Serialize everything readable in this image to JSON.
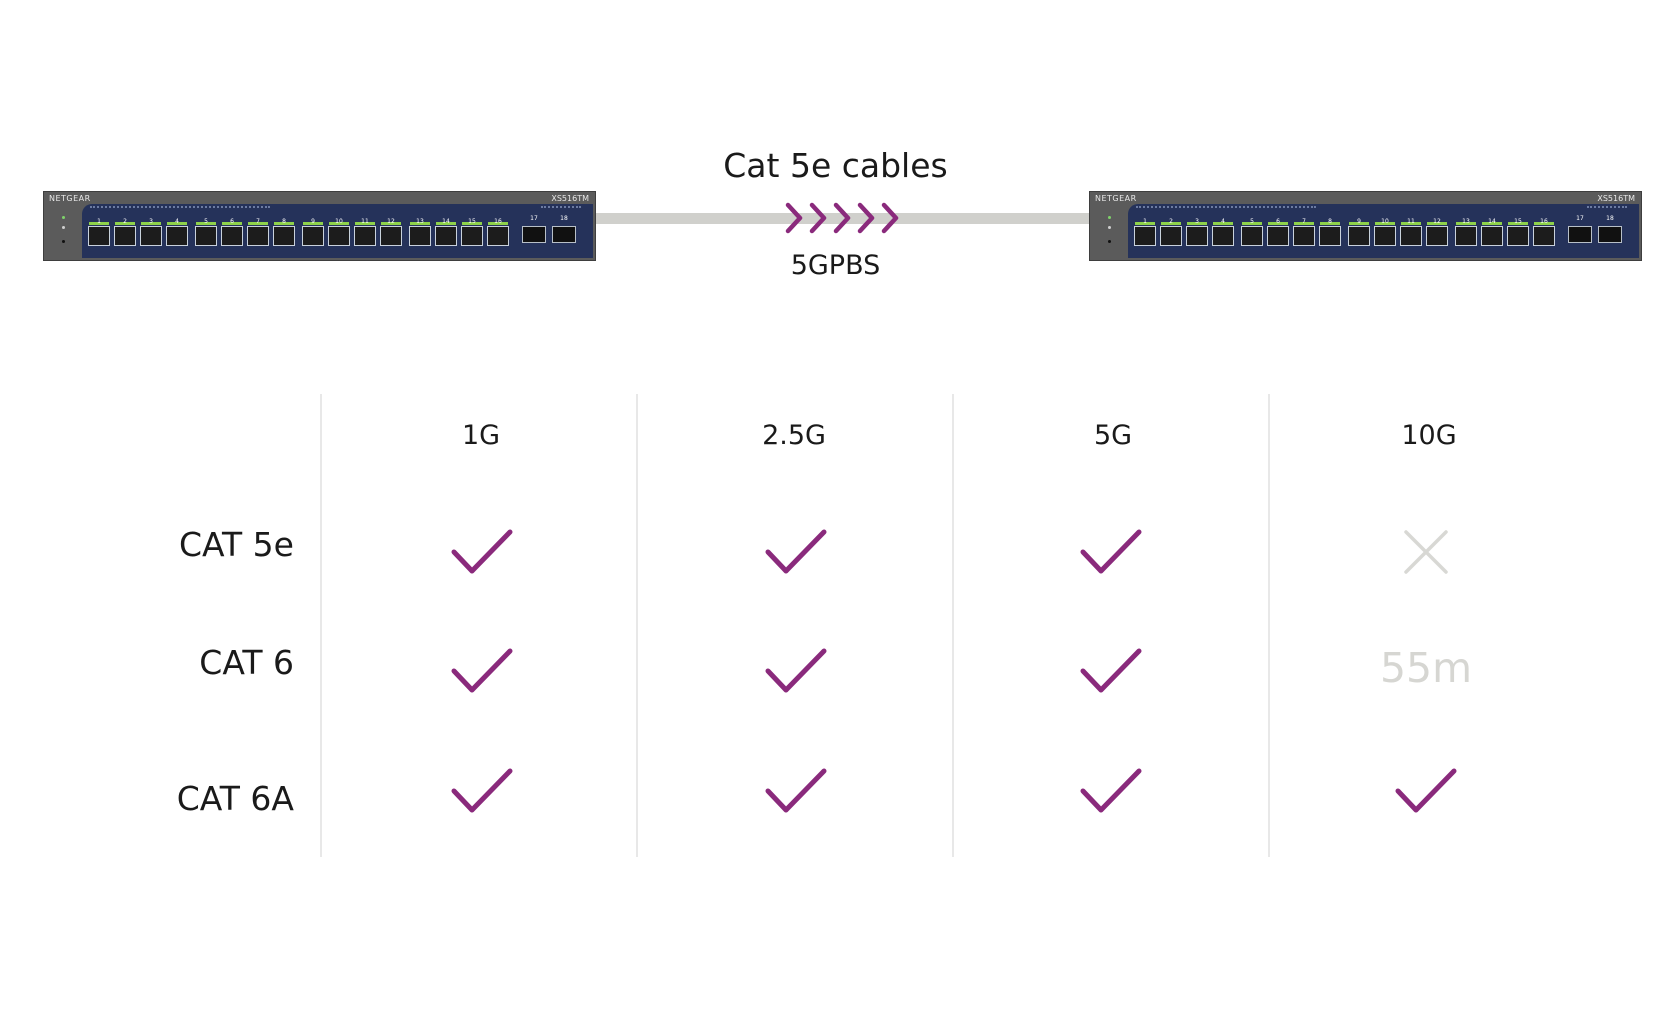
{
  "diagram": {
    "cable_label": "Cat 5e cables",
    "speed_label": "5GPBS",
    "switch_left": {
      "brand": "NETGEAR",
      "model": "XS516TM"
    },
    "switch_right": {
      "brand": "NETGEAR",
      "model": "XS516TM"
    },
    "port_numbers": [
      "1",
      "2",
      "3",
      "4",
      "5",
      "6",
      "7",
      "8",
      "9",
      "10",
      "11",
      "12",
      "13",
      "14",
      "15",
      "16"
    ],
    "sfp_numbers": [
      "17",
      "18"
    ],
    "colors": {
      "accent": "#8a2a7c",
      "cable": "#d0d0cc",
      "disabled": "#d6d6d2",
      "faceplate": "#25325a"
    }
  },
  "table": {
    "columns": [
      "1G",
      "2.5G",
      "5G",
      "10G"
    ],
    "rows": [
      {
        "label": "CAT 5e",
        "cells": [
          "check",
          "check",
          "check",
          "cross"
        ]
      },
      {
        "label": "CAT 6",
        "cells": [
          "check",
          "check",
          "check",
          "55m"
        ]
      },
      {
        "label": "CAT 6A",
        "cells": [
          "check",
          "check",
          "check",
          "check"
        ]
      }
    ]
  }
}
